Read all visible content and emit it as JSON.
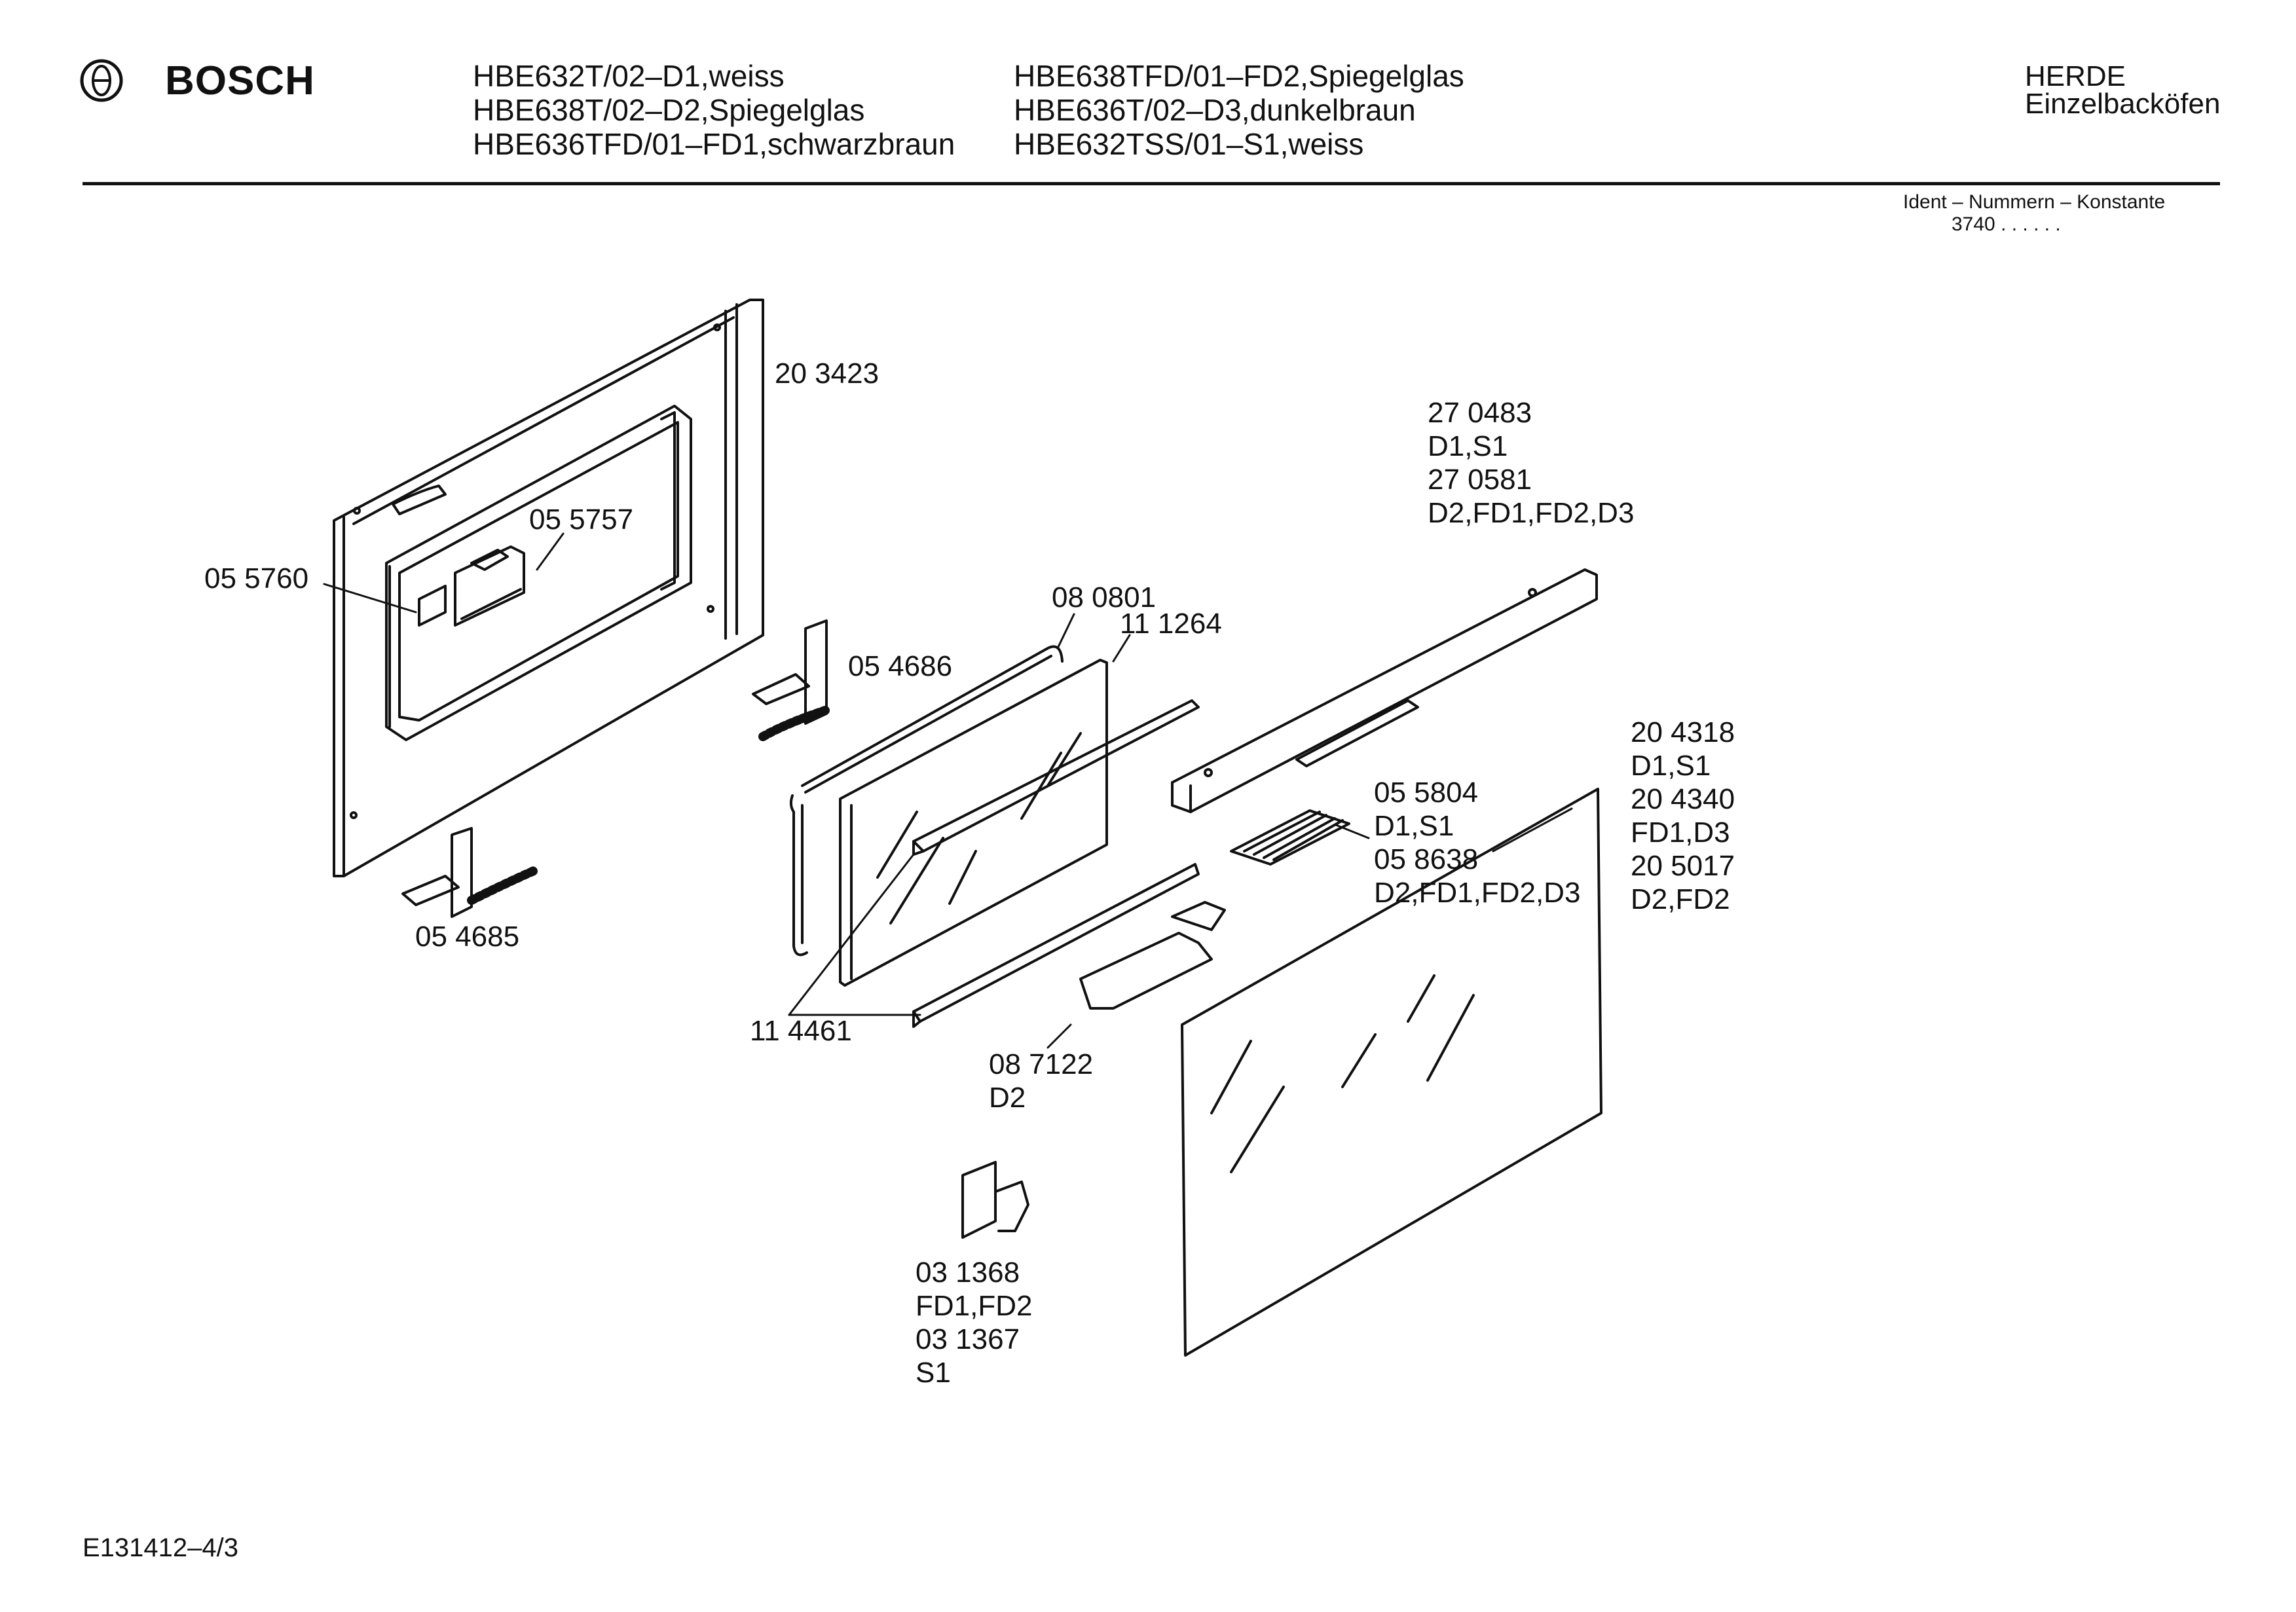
{
  "header": {
    "brand": "BOSCH",
    "models_col1": [
      "HBE632T/02–D1,weiss",
      "HBE638T/02–D2,Spiegelglas",
      "HBE636TFD/01–FD1,schwarzbraun"
    ],
    "models_col2": [
      "HBE638TFD/01–FD2,Spiegelglas",
      "HBE636T/02–D3,dunkelbraun",
      "HBE632TSS/01–S1,weiss"
    ],
    "category": [
      "HERDE",
      "Einzelbacköfen"
    ],
    "ident_label": "Ident – Nummern – Konstante",
    "ident_value": "3740  . .   . . . ."
  },
  "parts": {
    "p203423": "20 3423",
    "p055757": "05 5757",
    "p055760": "05 5760",
    "p054686": "05 4686",
    "p054685": "05 4685",
    "p080801": "08 0801",
    "p111264": "11 1264",
    "p114461": "11 4461",
    "p270483": [
      "27 0483",
      "D1,S1",
      "27 0581",
      "D2,FD1,FD2,D3"
    ],
    "p055804": [
      "05 5804",
      "D1,S1",
      "05 8638",
      "D2,FD1,FD2,D3"
    ],
    "p204318": [
      "20 4318",
      "D1,S1",
      "20 4340",
      "FD1,D3",
      "20 5017",
      "D2,FD2"
    ],
    "p087122": [
      "08 7122",
      "D2"
    ],
    "p031368": [
      "03 1368",
      "FD1,FD2",
      "03 1367",
      "S1"
    ]
  },
  "footer": {
    "drawing_id": "E131412–4/3"
  }
}
